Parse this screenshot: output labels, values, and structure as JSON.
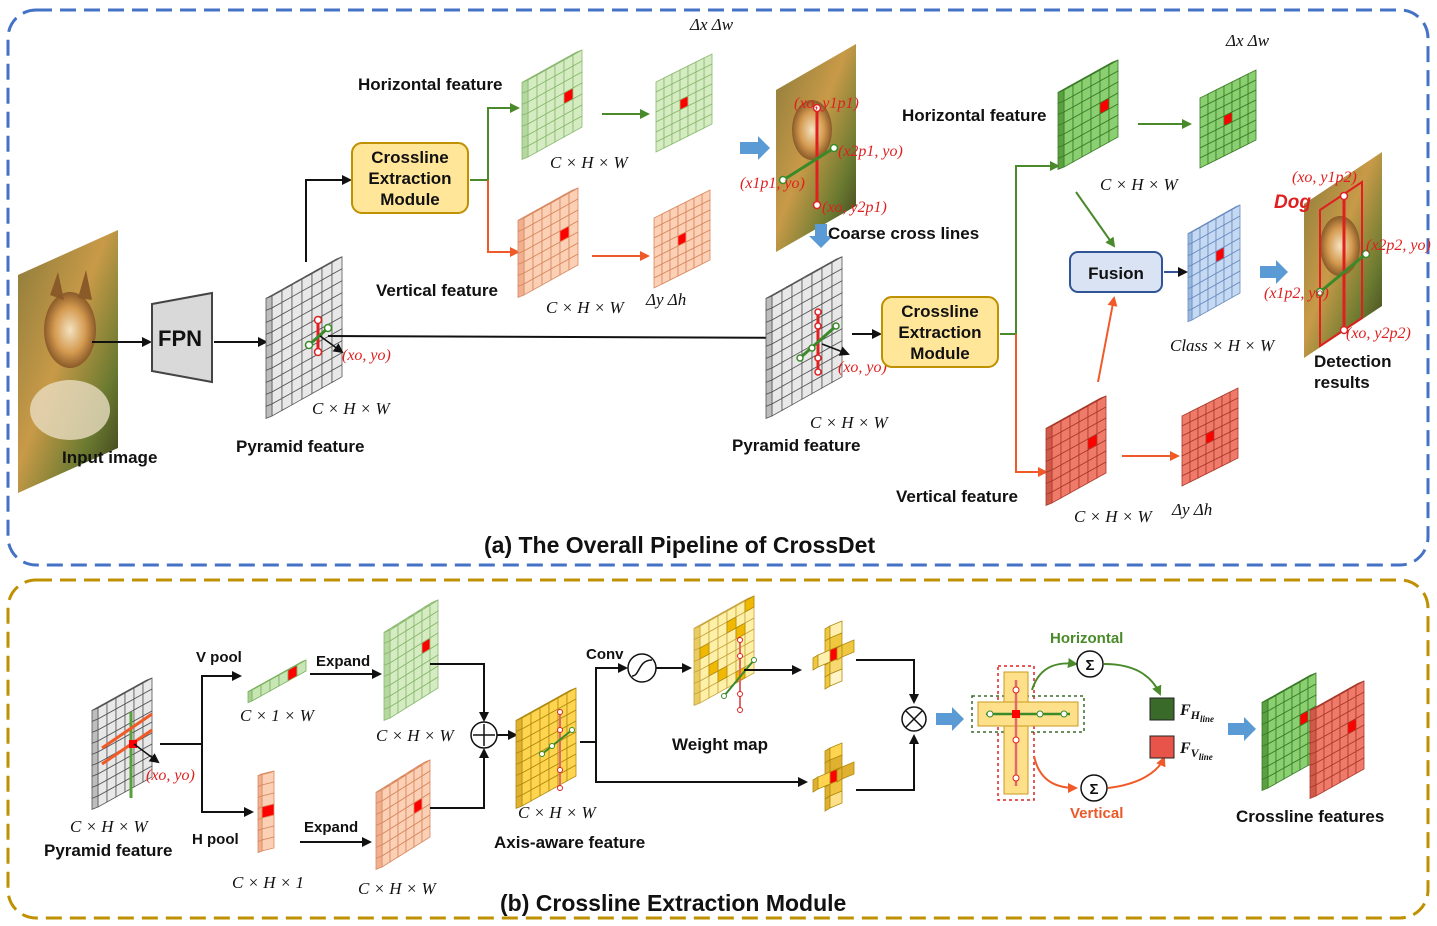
{
  "panel_a": {
    "title": "(a) The Overall Pipeline of CrossDet",
    "input_image_label": "Input image",
    "fpn_label": "FPN",
    "pyramid_feature_label": "Pyramid feature",
    "pyramid_feature_label_2": "Pyramid feature",
    "dims_chw": "C × H × W",
    "dims_chw_2": "C × H × W",
    "dims_h_feat": "C × H × W",
    "dims_v_feat": "C × H × W",
    "dims_h_feat_2": "C × H × W",
    "dims_v_feat_2": "C × H × W",
    "dims_class": "Class × H × W",
    "center_point": "(xo, yo)",
    "center_point_2": "(xo, yo)",
    "cem_label": [
      "Crossline",
      "Extraction",
      "Module"
    ],
    "cem_label_2": [
      "Crossline",
      "Extraction",
      "Module"
    ],
    "horizontal_feature": "Horizontal feature",
    "horizontal_feature_2": "Horizontal feature",
    "vertical_feature": "Vertical feature",
    "vertical_feature_2": "Vertical feature",
    "delta_xw": "Δx Δw",
    "delta_xw_2": "Δx Δw",
    "delta_yh": "Δy Δh",
    "delta_yh_2": "Δy Δh",
    "coarse_cross_lines": "Coarse cross lines",
    "fusion_label": "Fusion",
    "detection_results": [
      "Detection",
      "results"
    ],
    "dog_label": "Dog",
    "coarse_points": {
      "top": "(xo, y1p1)",
      "right": "(x2p1, yo)",
      "left": "(x1p1, yo)",
      "bottom": "(xo, y2p1)"
    },
    "final_points": {
      "top": "(xo, y1p2)",
      "right": "(x2p2, yo)",
      "left": "(x1p2, yo)",
      "bottom": "(xo, y2p2)"
    }
  },
  "panel_b": {
    "title": "(b) Crossline Extraction Module",
    "pyramid_feature_label": "Pyramid feature",
    "dims_chw": "C × H × W",
    "center_point": "(xo, yo)",
    "v_pool": "V pool",
    "h_pool": "H pool",
    "dims_c1w": "C × 1 × W",
    "dims_ch1": "C × H × 1",
    "expand": "Expand",
    "expand_2": "Expand",
    "dims_expand_top": "C × H × W",
    "dims_expand_bottom": "C × H × W",
    "dims_axis": "C × H × W",
    "axis_aware_feature": "Axis-aware feature",
    "conv": "Conv",
    "weight_map": "Weight map",
    "horizontal": "Horizontal",
    "vertical": "Vertical",
    "sigma": "Σ",
    "f_h_line": "F",
    "f_h_sub": "H",
    "f_h_subsub": "line",
    "f_v_line": "F",
    "f_v_sub": "V",
    "f_v_subsub": "line",
    "crossline_features": "Crossline features"
  },
  "colors": {
    "blue_dash": "#4472c4",
    "gold_dash": "#bf9000",
    "green_grid": "#c8e6b4",
    "green_grid_dark": "#6fb84e",
    "orange_grid": "#f8c8a8",
    "red_grid": "#e8645a",
    "yellow_grid": "#ffd54f",
    "module_fill": "#ffe699",
    "fusion_fill": "#dae3f3",
    "red": "#ff0000"
  }
}
